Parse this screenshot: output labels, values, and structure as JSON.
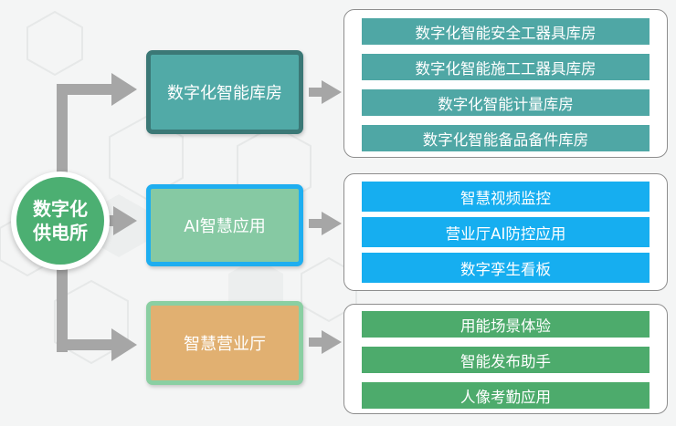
{
  "colors": {
    "teal": "#51aaa7",
    "teal_border": "#3b7876",
    "ai_green": "#86c9a3",
    "ai_border": "#1eaef0",
    "orange": "#e1b071",
    "orange_border": "#8acfa2",
    "root_green": "#4caf72",
    "item_blue": "#16aef0",
    "item_green": "#4dab6c",
    "arrow_gray": "#a6a6a6"
  },
  "root": {
    "line1": "数字化",
    "line2": "供电所"
  },
  "categories": [
    {
      "label": "数字化智能库房",
      "items": [
        "数字化智能安全工器具库房",
        "数字化智能施工工器具库房",
        "数字化智能计量库房",
        "数字化智能备品备件库房"
      ]
    },
    {
      "label": "AI智慧应用",
      "items": [
        "智慧视频监控",
        "营业厅AI防控应用",
        "数字孪生看板"
      ]
    },
    {
      "label": "智慧营业厅",
      "items": [
        "用能场景体验",
        "智能发布助手",
        "人像考勤应用"
      ]
    }
  ]
}
